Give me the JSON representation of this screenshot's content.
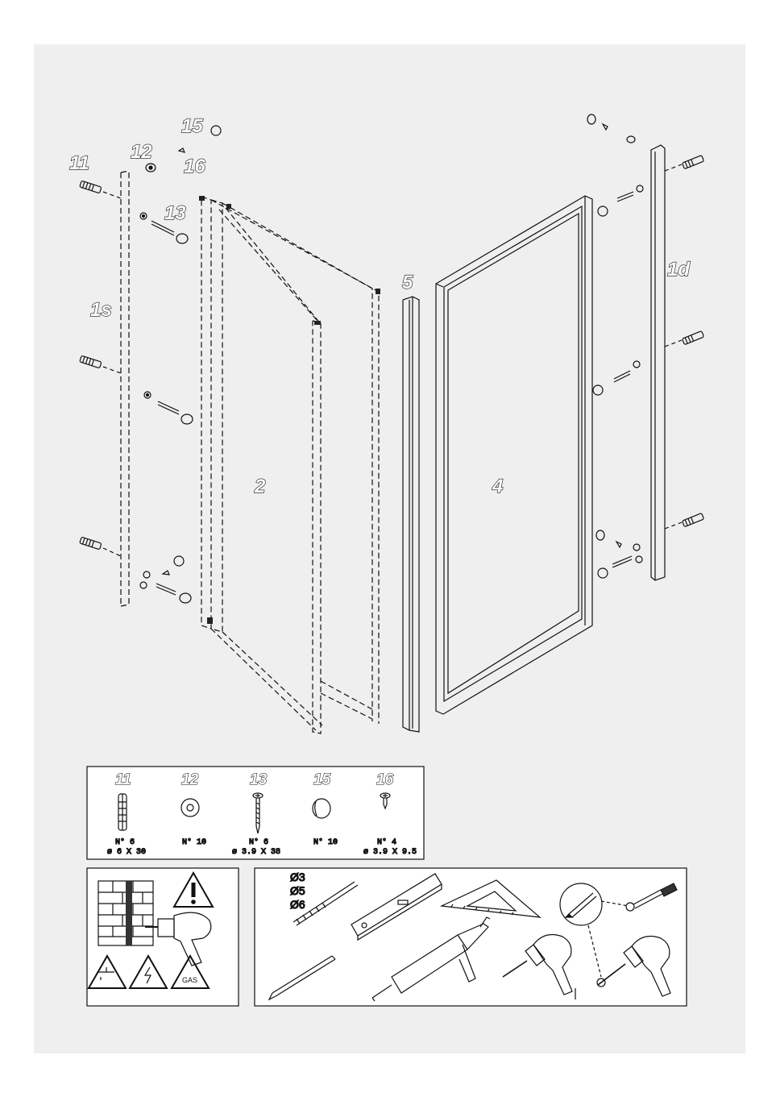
{
  "diagram": {
    "labels": {
      "p11": "11",
      "p12": "12",
      "p13": "13",
      "p15": "15",
      "p16": "16",
      "p1s": "1s",
      "p1d": "1d",
      "p2": "2",
      "p4": "4",
      "p5": "5"
    }
  },
  "parts_legend": {
    "items": [
      {
        "number": "11",
        "qty": "N° 6",
        "size": "ø 6 X 30",
        "icon": "wall-plug-icon"
      },
      {
        "number": "12",
        "qty": "N° 10",
        "size": "",
        "icon": "washer-icon"
      },
      {
        "number": "13",
        "qty": "N° 6",
        "size": "ø 3.9 X 38",
        "icon": "screw-icon"
      },
      {
        "number": "15",
        "qty": "N° 10",
        "size": "",
        "icon": "cover-cap-icon"
      },
      {
        "number": "16",
        "qty": "N° 4",
        "size": "ø 3.9 X 9.5",
        "icon": "short-screw-icon"
      }
    ]
  },
  "warning_panel": {
    "icons": [
      "brick-wall-icon",
      "warning-icon",
      "drill-icon",
      "water-pipe-warning-icon",
      "electric-warning-icon",
      "gas-warning-icon"
    ],
    "gas_label": "GAS"
  },
  "tools_panel": {
    "drill_bits": [
      "Ø3",
      "Ø5",
      "Ø6"
    ],
    "icons": [
      "drill-bit-icon",
      "spirit-level-icon",
      "set-square-icon",
      "screwdriver-icon",
      "pencil-icon",
      "silicone-gun-icon",
      "drill-icon"
    ]
  }
}
